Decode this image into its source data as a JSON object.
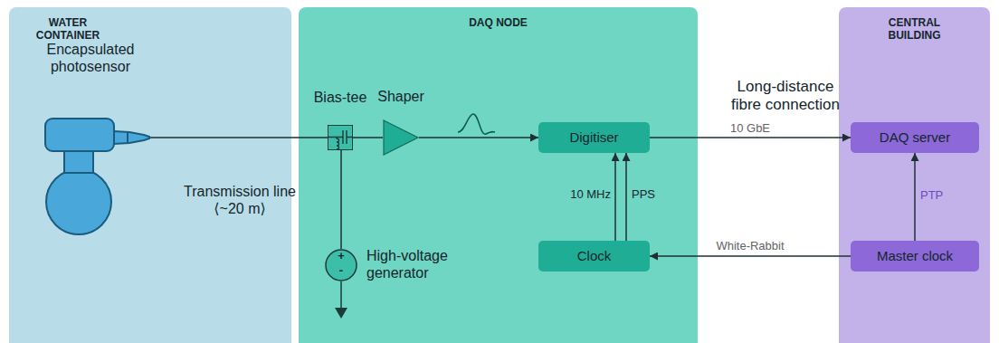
{
  "diagram": {
    "nodes": [
      {
        "text": [
          "WATER CONTAINER"
        ]
      },
      {
        "text": [
          "DAQ NODE"
        ]
      },
      {
        "text": [
          "CENTRAL BUILDING"
        ]
      },
      {
        "text": [
          "Encapsulated photosensor"
        ],
        "in": 0
      },
      {
        "text": [
          "Bias-tee"
        ],
        "in": 1
      },
      {
        "text": [
          "Shaper"
        ],
        "in": 1
      },
      {
        "text": [
          "Digitiser"
        ],
        "in": 1
      },
      {
        "text": [
          "Clock"
        ],
        "in": 1
      },
      {
        "text": [
          "High-voltage generator"
        ],
        "in": 1
      },
      {
        "text": [
          "DAQ server"
        ],
        "in": 2
      },
      {
        "text": [
          "Master clock"
        ],
        "in": 2
      }
    ],
    "edges": [
      {
        "from": 3,
        "to": 4,
        "arrow": "none",
        "label": "Transmission line ⟨~20 m⟩"
      },
      {
        "from": 4,
        "to": 5,
        "arrow": "none"
      },
      {
        "from": 5,
        "to": 6,
        "arrow": "to"
      },
      {
        "from": 4,
        "to": 8,
        "arrow": "none"
      },
      {
        "from": 7,
        "to": 6,
        "arrow": "to",
        "label": "10 MHz"
      },
      {
        "from": 7,
        "to": 6,
        "arrow": "to",
        "label": "PPS"
      },
      {
        "from": 6,
        "to": 9,
        "arrow": "to",
        "label": "10 GbE"
      },
      {
        "from": 10,
        "to": 7,
        "arrow": "to",
        "label": "White-Rabbit"
      },
      {
        "from": 10,
        "to": 9,
        "arrow": "to",
        "label": "PTP"
      }
    ],
    "labels": [
      "Long-distance fibre connection",
      "+",
      "-"
    ]
  }
}
